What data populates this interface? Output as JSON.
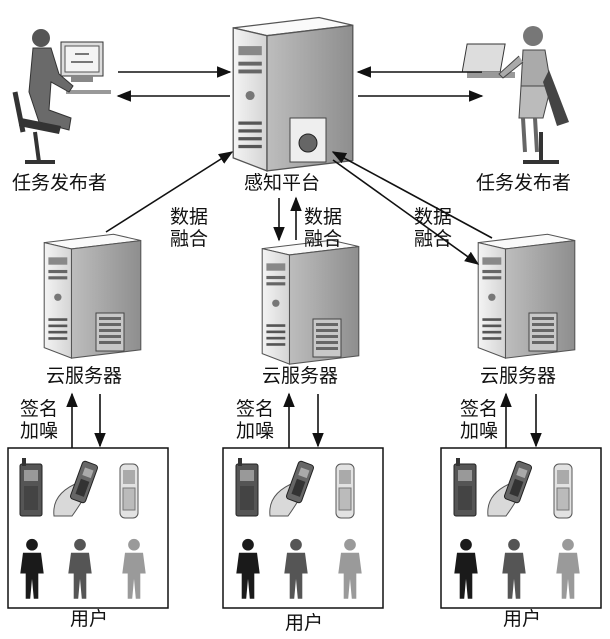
{
  "labels": {
    "publisher_left": "任务发布者",
    "publisher_right": "任务发布者",
    "platform": "感知平台",
    "fusion_left": "数据\n融合",
    "fusion_mid": "数据\n融合",
    "fusion_right": "数据\n融合",
    "cloud_left": "云服务器",
    "cloud_mid": "云服务器",
    "cloud_right": "云服务器",
    "sign_noise_left": "签名\n加噪",
    "sign_noise_mid": "签名\n加噪",
    "sign_noise_right": "签名\n加噪",
    "users_left": "用户",
    "users_mid": "用户",
    "users_right": "用户"
  },
  "icons": {
    "server": "server-tower-icon",
    "person_at_computer": "person-at-computer-icon",
    "phone": "mobile-phone-icon",
    "person": "person-silhouette-icon"
  },
  "colors": {
    "person_dark": "#1a1a1a",
    "person_mid": "#555555",
    "person_light": "#9a9a9a",
    "server_body": "#e6e6e6",
    "server_side": "#b8b8b8"
  }
}
